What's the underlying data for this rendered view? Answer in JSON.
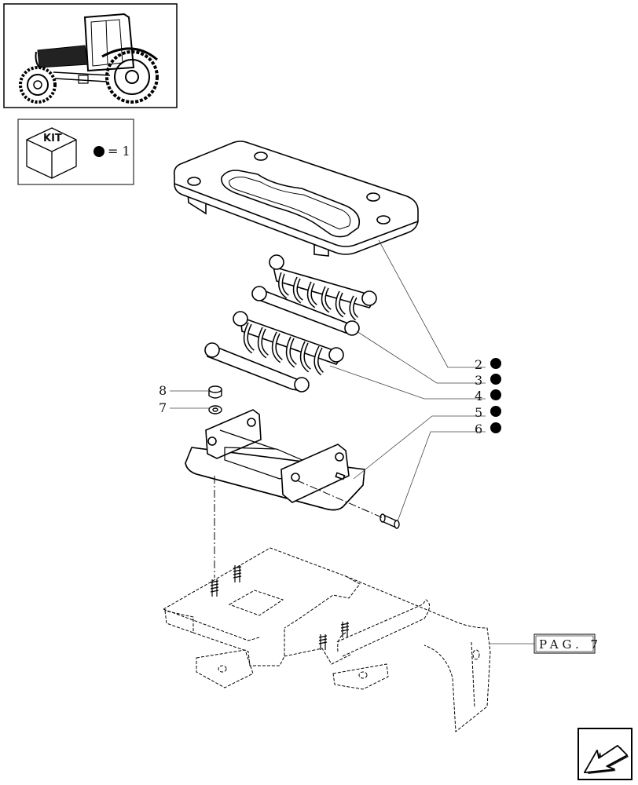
{
  "legend": {
    "kit_label": "KIT",
    "equals_text": "= 1"
  },
  "callouts": [
    {
      "number": "2",
      "kit_marker": true
    },
    {
      "number": "3",
      "kit_marker": true
    },
    {
      "number": "4",
      "kit_marker": true
    },
    {
      "number": "5",
      "kit_marker": true
    },
    {
      "number": "6",
      "kit_marker": true
    },
    {
      "number": "8",
      "kit_marker": false
    },
    {
      "number": "7",
      "kit_marker": false
    }
  ],
  "page_reference": "PAG. 7",
  "nav": {
    "icon": "next-page-arrow-icon"
  }
}
